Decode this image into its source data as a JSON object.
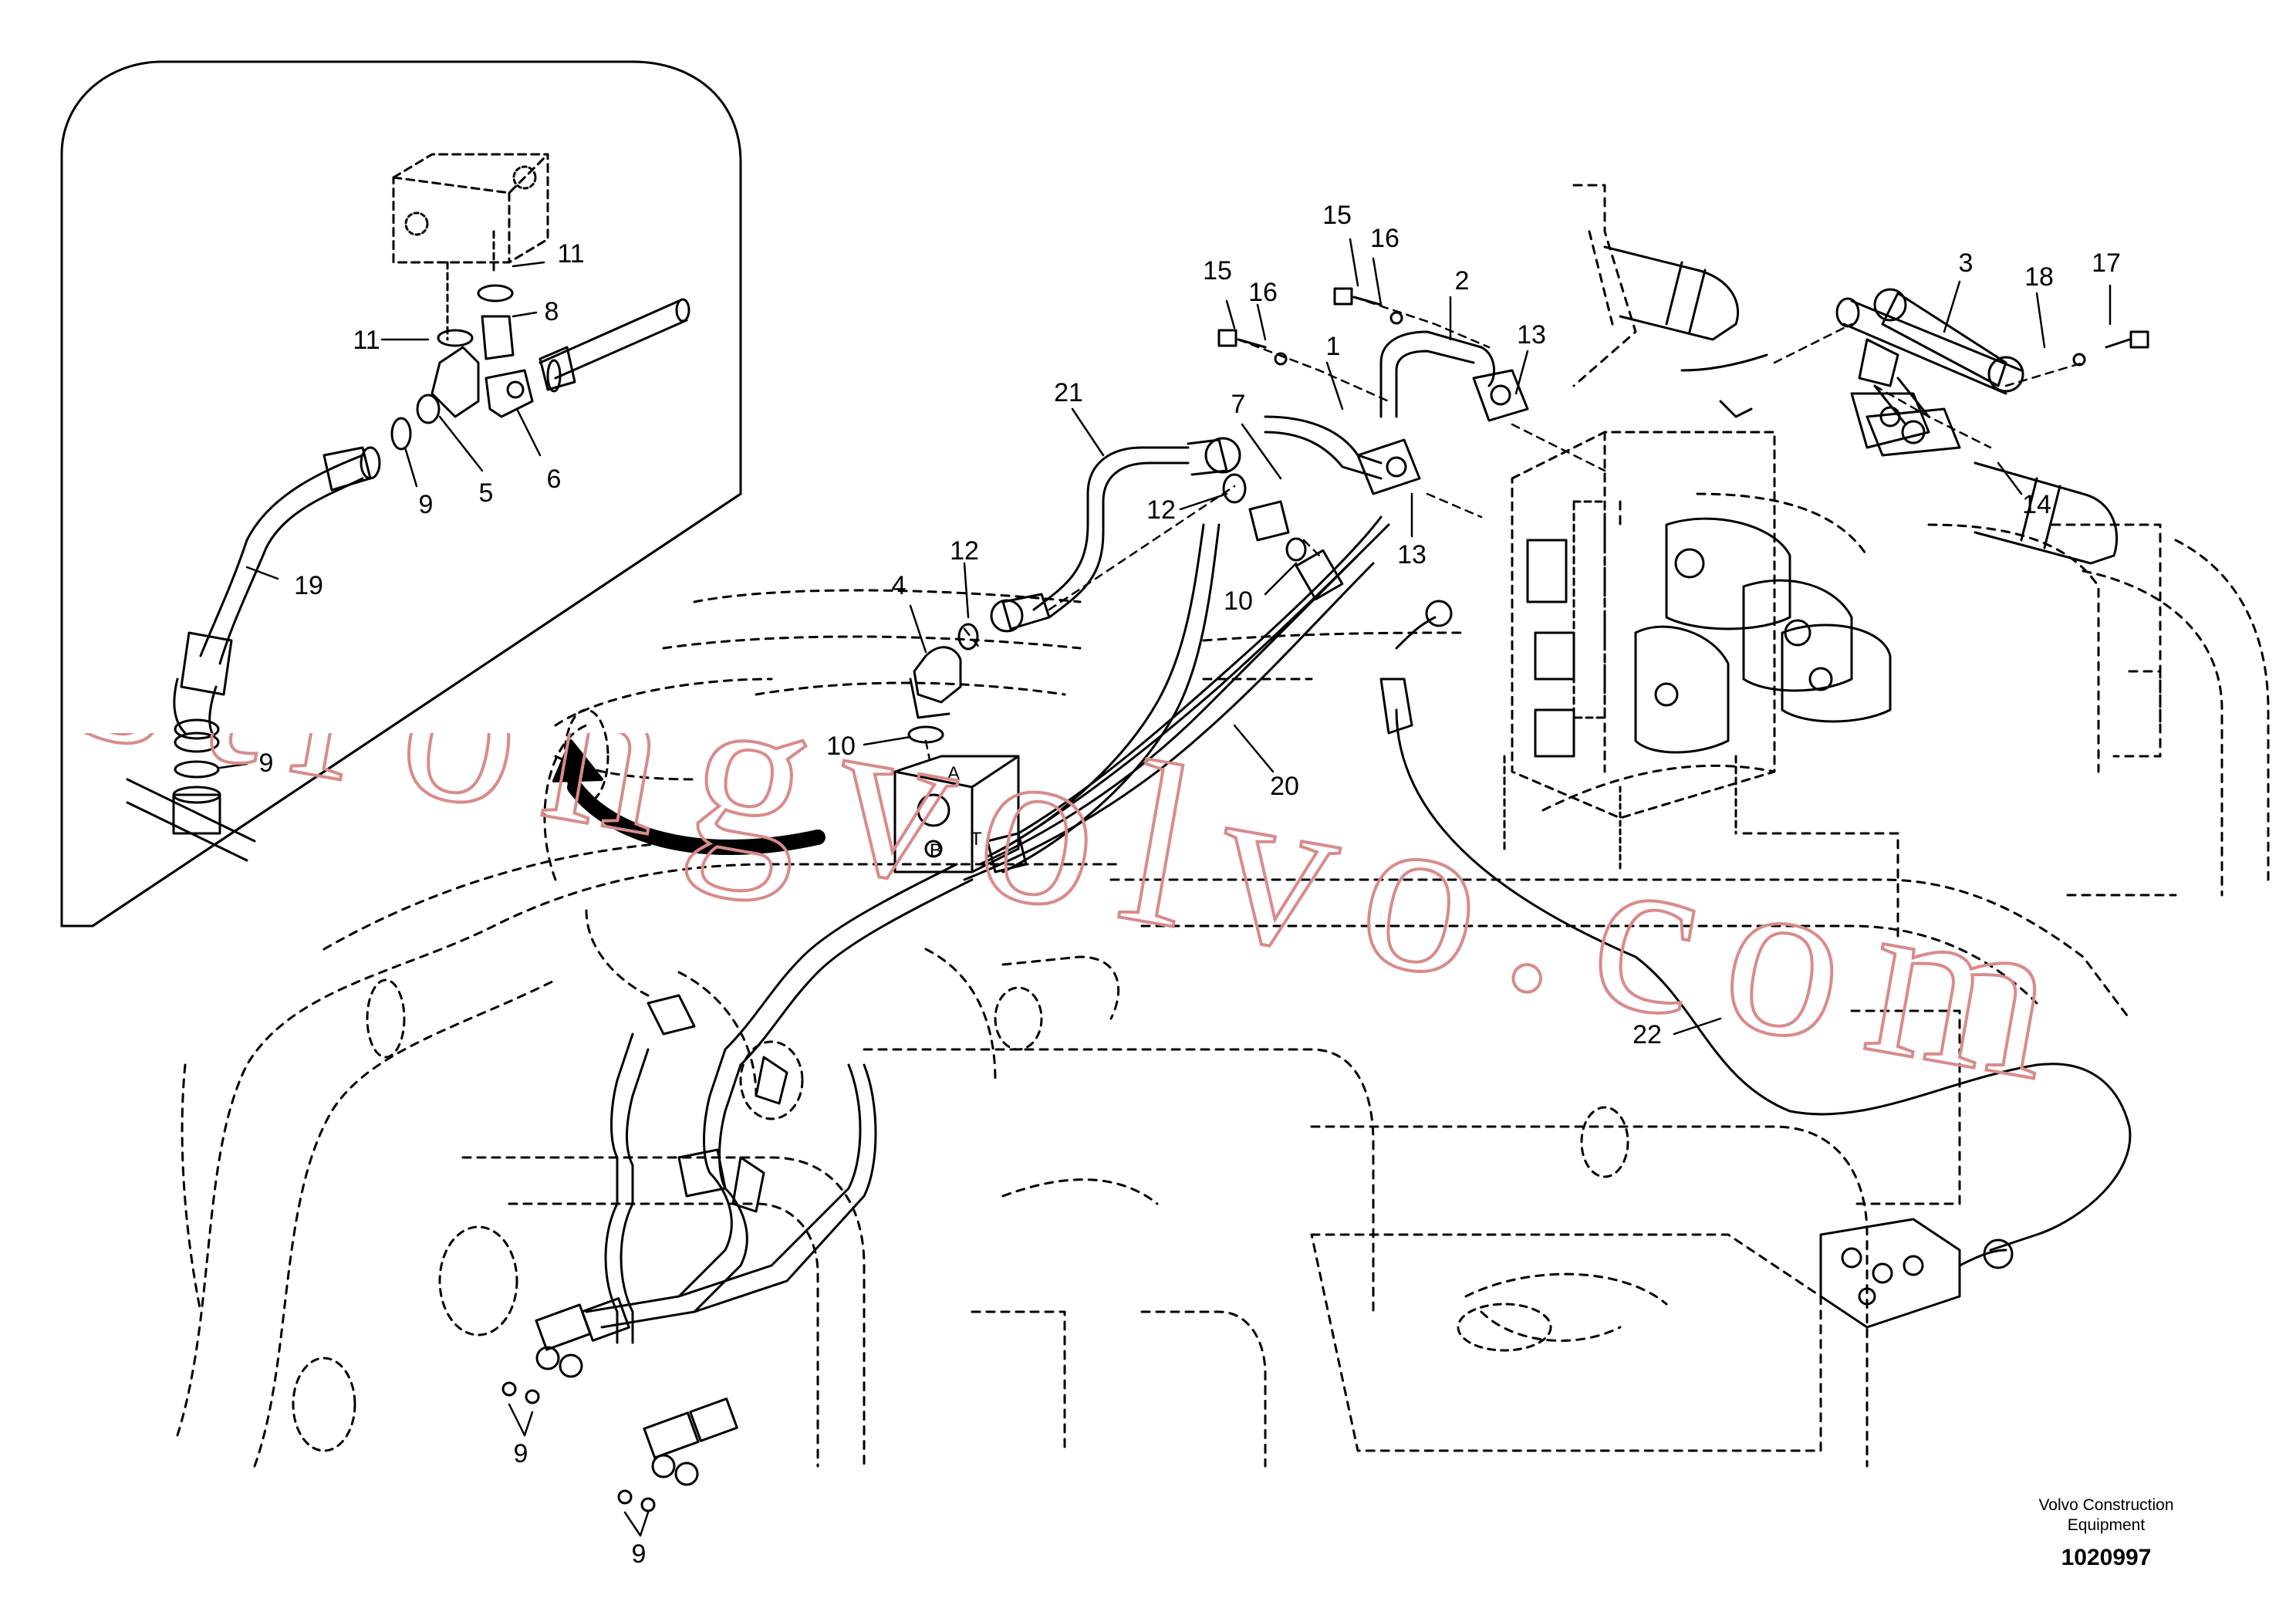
{
  "diagram": {
    "credit_lines": [
      "Volvo Construction",
      "Equipment"
    ],
    "figure_number": "1020997",
    "port_labels": [
      "A",
      "B",
      "T"
    ],
    "callouts": [
      {
        "id": "c-11a",
        "text": "11"
      },
      {
        "id": "c-11b",
        "text": "11"
      },
      {
        "id": "c-8",
        "text": "8"
      },
      {
        "id": "c-9a",
        "text": "9"
      },
      {
        "id": "c-5",
        "text": "5"
      },
      {
        "id": "c-6",
        "text": "6"
      },
      {
        "id": "c-19",
        "text": "19"
      },
      {
        "id": "c-9b",
        "text": "9"
      },
      {
        "id": "c-15a",
        "text": "15"
      },
      {
        "id": "c-16a",
        "text": "16"
      },
      {
        "id": "c-15b",
        "text": "15"
      },
      {
        "id": "c-16b",
        "text": "16"
      },
      {
        "id": "c-2",
        "text": "2"
      },
      {
        "id": "c-1",
        "text": "1"
      },
      {
        "id": "c-13a",
        "text": "13"
      },
      {
        "id": "c-7",
        "text": "7"
      },
      {
        "id": "c-21",
        "text": "21"
      },
      {
        "id": "c-12a",
        "text": "12"
      },
      {
        "id": "c-12b",
        "text": "12"
      },
      {
        "id": "c-4",
        "text": "4"
      },
      {
        "id": "c-10a",
        "text": "10"
      },
      {
        "id": "c-10b",
        "text": "10"
      },
      {
        "id": "c-13b",
        "text": "13"
      },
      {
        "id": "c-20",
        "text": "20"
      },
      {
        "id": "c-3",
        "text": "3"
      },
      {
        "id": "c-18",
        "text": "18"
      },
      {
        "id": "c-17",
        "text": "17"
      },
      {
        "id": "c-14",
        "text": "14"
      },
      {
        "id": "c-22",
        "text": "22"
      },
      {
        "id": "c-9c",
        "text": "9"
      },
      {
        "id": "c-9d",
        "text": "9"
      }
    ]
  },
  "watermark": {
    "text": "strongvolvo.com",
    "color": "#d98a8a"
  }
}
